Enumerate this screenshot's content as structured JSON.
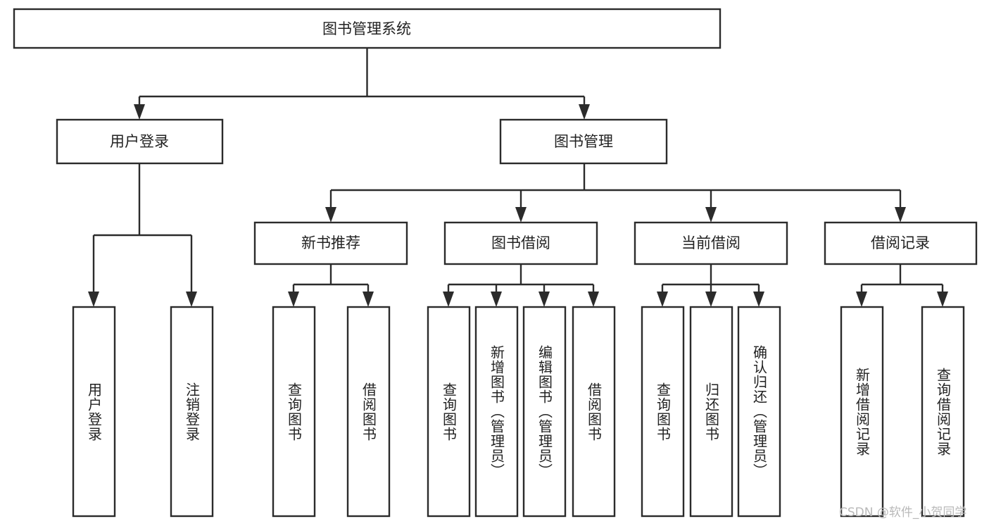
{
  "diagram": {
    "type": "hierarchy-tree",
    "title": "图书管理系统",
    "watermark": "CSDN @软件_小贺同学",
    "colors": {
      "box_stroke": "#2b2b2b",
      "box_fill": "#ffffff",
      "text": "#222222",
      "background": "#ffffff",
      "watermark": "#b9b9b9"
    },
    "levels": {
      "root": {
        "label": "图书管理系统"
      },
      "level2": [
        {
          "label": "用户登录"
        },
        {
          "label": "图书管理"
        }
      ],
      "level3": [
        {
          "label": "新书推荐"
        },
        {
          "label": "图书借阅"
        },
        {
          "label": "当前借阅"
        },
        {
          "label": "借阅记录"
        }
      ],
      "leaves": [
        {
          "label": "用户登录",
          "parent": "用户登录"
        },
        {
          "label": "注销登录",
          "parent": "用户登录"
        },
        {
          "label": "查询图书",
          "parent": "新书推荐"
        },
        {
          "label": "借阅图书",
          "parent": "新书推荐"
        },
        {
          "label": "查询图书",
          "parent": "图书借阅"
        },
        {
          "label": "新增图书（管理员）",
          "parent": "图书借阅"
        },
        {
          "label": "编辑图书（管理员）",
          "parent": "图书借阅"
        },
        {
          "label": "借阅图书",
          "parent": "图书借阅"
        },
        {
          "label": "查询图书",
          "parent": "当前借阅"
        },
        {
          "label": "归还图书",
          "parent": "当前借阅"
        },
        {
          "label": "确认归还（管理员）",
          "parent": "当前借阅"
        },
        {
          "label": "新增借阅记录",
          "parent": "借阅记录"
        },
        {
          "label": "查询借阅记录",
          "parent": "借阅记录"
        }
      ]
    }
  }
}
